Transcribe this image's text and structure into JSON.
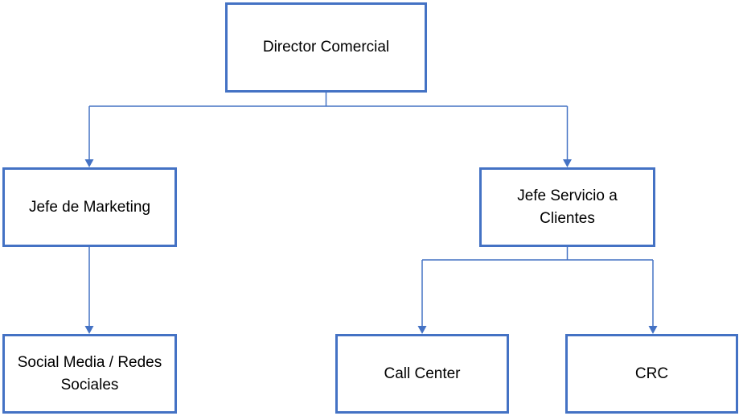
{
  "colors": {
    "box_border": "#4472C4",
    "box_fill": "#FFFFFF",
    "connector": "#4472C4",
    "text": "#000000"
  },
  "nodes": [
    {
      "id": "director-comercial",
      "label": "Director Comercial"
    },
    {
      "id": "jefe-de-marketing",
      "label": "Jefe de Marketing"
    },
    {
      "id": "jefe-servicio-a-clientes",
      "label": "Jefe Servicio a Clientes"
    },
    {
      "id": "social-media-redes",
      "label": "Social Media / Redes Sociales"
    },
    {
      "id": "call-center",
      "label": "Call Center"
    },
    {
      "id": "crc",
      "label": "CRC"
    }
  ],
  "edges": [
    {
      "from": "director-comercial",
      "to": "jefe-de-marketing"
    },
    {
      "from": "director-comercial",
      "to": "jefe-servicio-a-clientes"
    },
    {
      "from": "jefe-de-marketing",
      "to": "social-media-redes"
    },
    {
      "from": "jefe-servicio-a-clientes",
      "to": "call-center"
    },
    {
      "from": "jefe-servicio-a-clientes",
      "to": "crc"
    }
  ]
}
